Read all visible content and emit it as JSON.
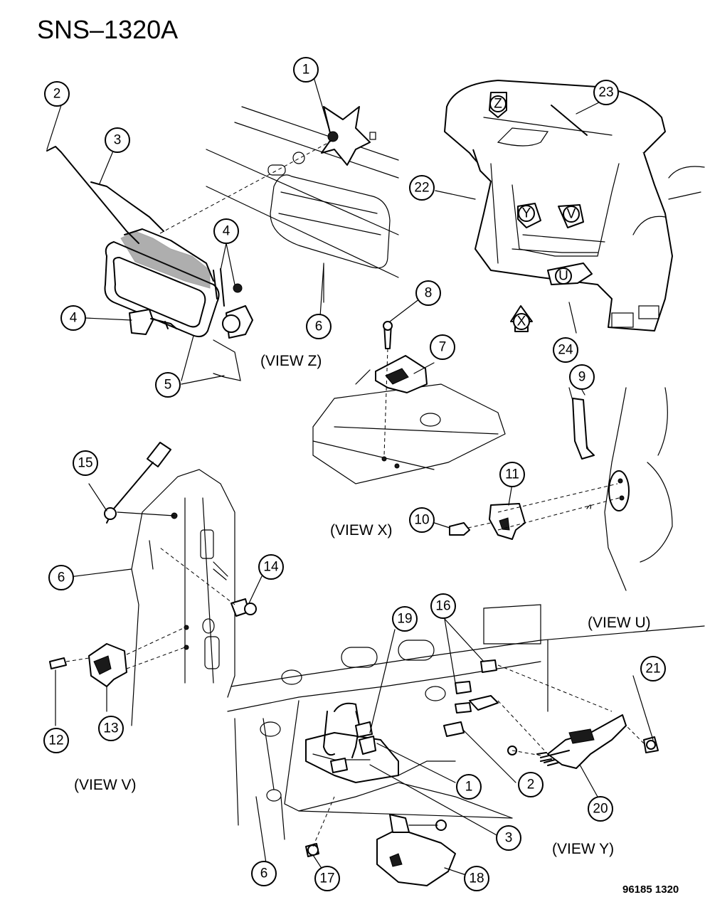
{
  "title": "SNS–1320A",
  "figure_code": "96185  1320",
  "views": {
    "z": "(VIEW  Z)",
    "x": "(VIEW  X)",
    "u": "(VIEW  U)",
    "v": "(VIEW  V)",
    "y": "(VIEW  Y)"
  },
  "view_markers": {
    "z": "Z",
    "y": "Y",
    "v": "V",
    "u": "U",
    "x": "X"
  },
  "callouts": [
    {
      "id": "c1a",
      "n": "1"
    },
    {
      "id": "c2a",
      "n": "2"
    },
    {
      "id": "c3a",
      "n": "3"
    },
    {
      "id": "c4a",
      "n": "4"
    },
    {
      "id": "c4b",
      "n": "4"
    },
    {
      "id": "c5",
      "n": "5"
    },
    {
      "id": "c6a",
      "n": "6"
    },
    {
      "id": "c7",
      "n": "7"
    },
    {
      "id": "c8",
      "n": "8"
    },
    {
      "id": "c9",
      "n": "9"
    },
    {
      "id": "c10",
      "n": "10"
    },
    {
      "id": "c11",
      "n": "11"
    },
    {
      "id": "c6b",
      "n": "6"
    },
    {
      "id": "c15",
      "n": "15"
    },
    {
      "id": "c14",
      "n": "14"
    },
    {
      "id": "c12",
      "n": "12"
    },
    {
      "id": "c13",
      "n": "13"
    },
    {
      "id": "c16",
      "n": "16"
    },
    {
      "id": "c19",
      "n": "19"
    },
    {
      "id": "c21",
      "n": "21"
    },
    {
      "id": "c1b",
      "n": "1"
    },
    {
      "id": "c2b",
      "n": "2"
    },
    {
      "id": "c3b",
      "n": "3"
    },
    {
      "id": "c20",
      "n": "20"
    },
    {
      "id": "c6c",
      "n": "6"
    },
    {
      "id": "c17",
      "n": "17"
    },
    {
      "id": "c18",
      "n": "18"
    },
    {
      "id": "c22",
      "n": "22"
    },
    {
      "id": "c23",
      "n": "23"
    },
    {
      "id": "c24",
      "n": "24"
    }
  ]
}
